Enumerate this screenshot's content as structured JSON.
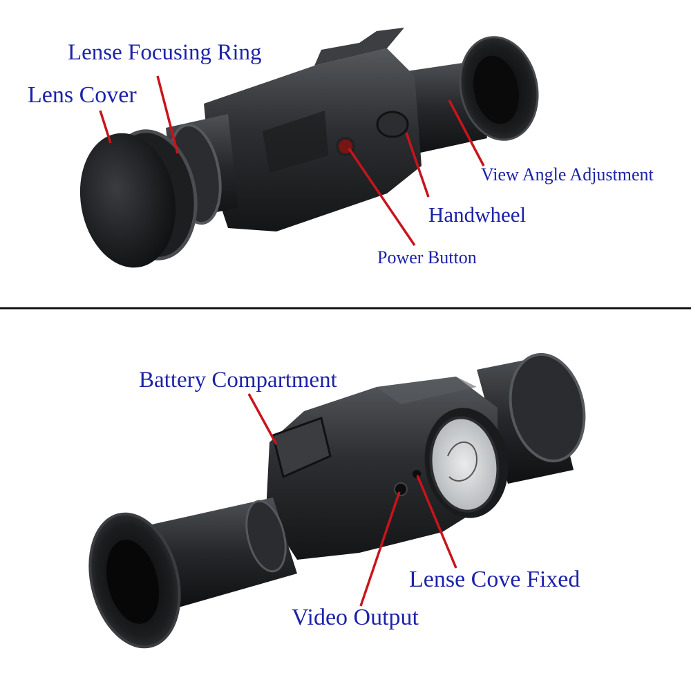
{
  "colors": {
    "label_text": "#1d22a8",
    "pointer": "#c8141c",
    "divider": "#111111",
    "device_body": "#2a2c2f",
    "device_highlight": "#5a5d61",
    "background": "#ffffff"
  },
  "top_view": {
    "labels": {
      "lens_cover": "Lens Cover",
      "focusing_ring": "Lense Focusing Ring",
      "view_angle": "View Angle Adjustment",
      "handwheel": "Handwheel",
      "power_button": "Power Button"
    }
  },
  "bottom_view": {
    "labels": {
      "battery": "Battery Compartment",
      "lens_cover_fixed": "Lense Cove Fixed",
      "video_output": "Video Output"
    }
  }
}
